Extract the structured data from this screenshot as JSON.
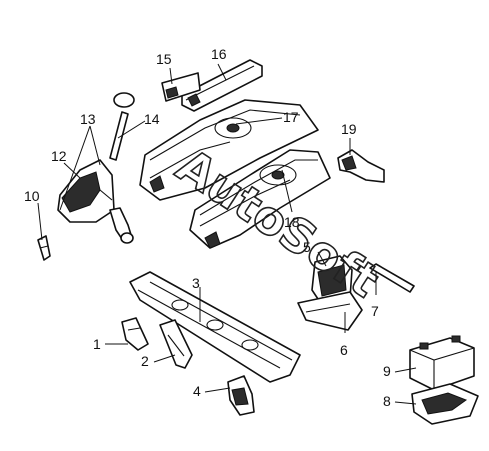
{
  "watermark": "AutoSoft",
  "callouts": [
    {
      "id": "1",
      "label": "1"
    },
    {
      "id": "2",
      "label": "2"
    },
    {
      "id": "3",
      "label": "3"
    },
    {
      "id": "4",
      "label": "4"
    },
    {
      "id": "5",
      "label": "5"
    },
    {
      "id": "6",
      "label": "6"
    },
    {
      "id": "7",
      "label": "7"
    },
    {
      "id": "8",
      "label": "8"
    },
    {
      "id": "9",
      "label": "9"
    },
    {
      "id": "10",
      "label": "10"
    },
    {
      "id": "12",
      "label": "12"
    },
    {
      "id": "13",
      "label": "13"
    },
    {
      "id": "14",
      "label": "14"
    },
    {
      "id": "15",
      "label": "15"
    },
    {
      "id": "16",
      "label": "16"
    },
    {
      "id": "17",
      "label": "17"
    },
    {
      "id": "18",
      "label": "18"
    },
    {
      "id": "19",
      "label": "19"
    }
  ]
}
